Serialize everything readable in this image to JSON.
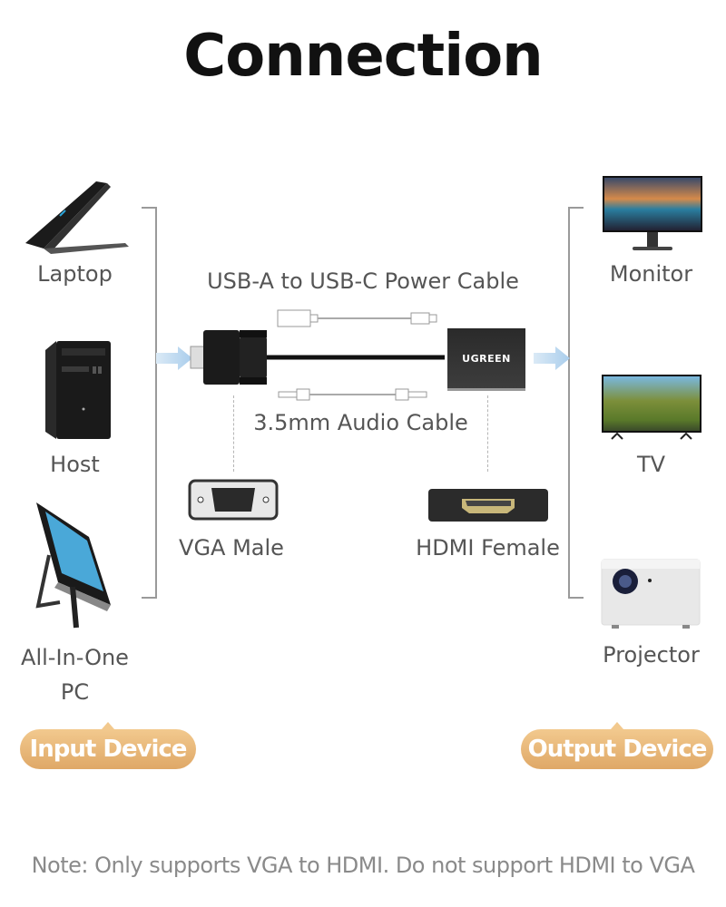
{
  "title": "Connection",
  "input_devices": [
    {
      "label": "Laptop",
      "icon": "laptop-icon"
    },
    {
      "label": "Host",
      "icon": "desktop-tower-icon"
    },
    {
      "label": "All-In-One PC",
      "line1": "All-In-One",
      "line2": "PC",
      "icon": "all-in-one-pc-icon"
    }
  ],
  "output_devices": [
    {
      "label": "Monitor",
      "icon": "monitor-icon"
    },
    {
      "label": "TV",
      "icon": "tv-icon"
    },
    {
      "label": "Projector",
      "icon": "projector-icon"
    }
  ],
  "adapter": {
    "brand": "UGREEN",
    "power_cable_label": "USB-A to USB-C Power Cable",
    "audio_cable_label": "3.5mm Audio Cable",
    "vga_port_label": "VGA Male",
    "hdmi_port_label": "HDMI Female"
  },
  "badges": {
    "input": "Input Device",
    "output": "Output Device"
  },
  "colors": {
    "badge_top": "#f2c98e",
    "badge_bottom": "#dfa867",
    "arrow": "#b9d7ef",
    "bracket": "#9a9a9a"
  },
  "note": "Note: Only supports VGA to HDMI. Do not support HDMI to VGA"
}
